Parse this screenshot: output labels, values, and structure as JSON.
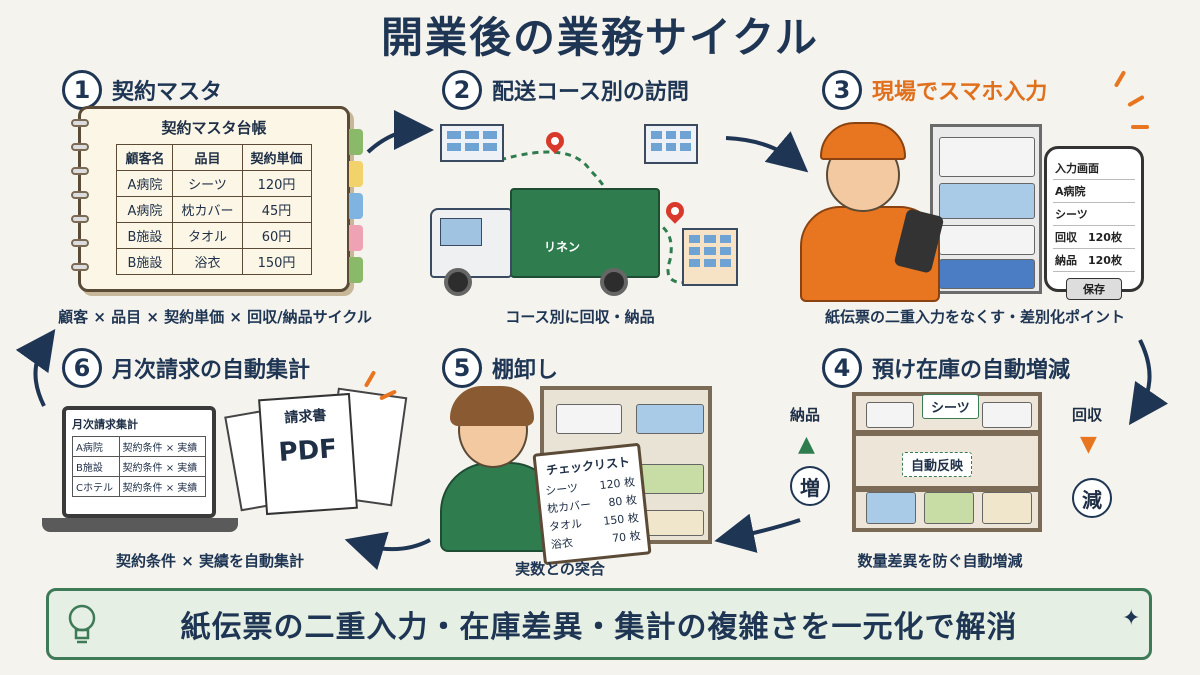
{
  "title": "開業後の業務サイクル",
  "steps": [
    {
      "num": "1",
      "title": "契約マスタ",
      "caption": "顧客 × 品目 × 契約単価 × 回収/納品サイクル"
    },
    {
      "num": "2",
      "title": "配送コース別の訪問",
      "caption": "コース別に回収・納品"
    },
    {
      "num": "3",
      "title": "現場でスマホ入力",
      "caption": "紙伝票の二重入力をなくす・差別化ポイント"
    },
    {
      "num": "4",
      "title": "預け在庫の自動増減",
      "caption": "数量差異を防ぐ自動増減"
    },
    {
      "num": "5",
      "title": "棚卸し",
      "caption": "実数との突合"
    },
    {
      "num": "6",
      "title": "月次請求の自動集計",
      "caption": "契約条件 × 実績を自動集計"
    }
  ],
  "ledger": {
    "title": "契約マスタ台帳",
    "headers": [
      "顧客名",
      "品目",
      "契約単価"
    ],
    "rows": [
      [
        "A病院",
        "シーツ",
        "120円"
      ],
      [
        "A病院",
        "枕カバー",
        "45円"
      ],
      [
        "B施設",
        "タオル",
        "60円"
      ],
      [
        "B施設",
        "浴衣",
        "150円"
      ]
    ]
  },
  "truck_label": "リネン",
  "phone": {
    "header": "入力画面",
    "customer": "A病院",
    "item": "シーツ",
    "collect": "回収　120枚",
    "deliver": "納品　120枚",
    "save": "保存"
  },
  "inventory": {
    "item_tag": "シーツ",
    "auto_label": "自動反映",
    "deliver_label": "納品",
    "collect_label": "回収",
    "increase": "増",
    "decrease": "減"
  },
  "checklist": {
    "title": "チェックリスト",
    "rows": [
      [
        "シーツ",
        "120 枚"
      ],
      [
        "枕カバー",
        "80 枚"
      ],
      [
        "タオル",
        "150 枚"
      ],
      [
        "浴衣",
        "70 枚"
      ]
    ]
  },
  "billing": {
    "screen_title": "月次請求集計",
    "rows": [
      [
        "A病院",
        "契約条件 × 実績"
      ],
      [
        "B施設",
        "契約条件 × 実績"
      ],
      [
        "Cホテル",
        "契約条件 × 実績"
      ]
    ],
    "doc_title": "請求書",
    "doc_type": "PDF"
  },
  "banner": "紙伝票の二重入力・在庫差異・集計の複雑さを一元化で解消",
  "colors": {
    "navy": "#1e3553",
    "orange": "#e8751f",
    "green": "#2f7d4f"
  }
}
